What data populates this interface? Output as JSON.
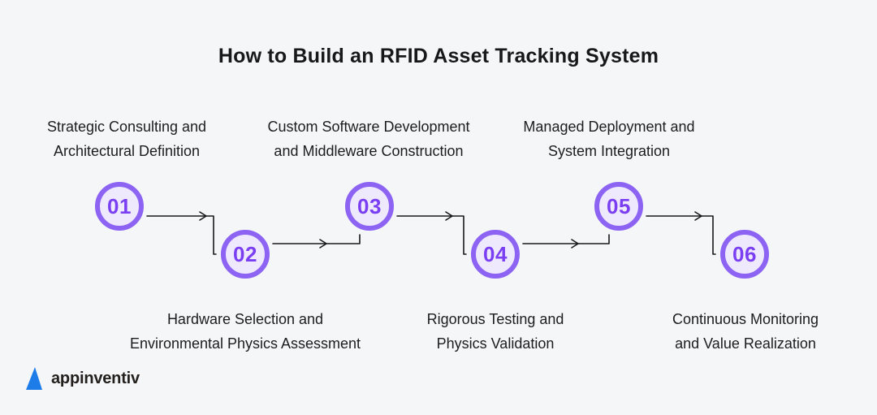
{
  "title": "How to Build an RFID Asset Tracking System",
  "steps": [
    {
      "number": "01",
      "label_lines": [
        "Strategic Consulting and",
        "Architectural Definition"
      ],
      "label_position": "top"
    },
    {
      "number": "02",
      "label_lines": [
        "Hardware Selection and",
        "Environmental Physics Assessment"
      ],
      "label_position": "bottom"
    },
    {
      "number": "03",
      "label_lines": [
        "Custom Software Development",
        "and Middleware Construction"
      ],
      "label_position": "top"
    },
    {
      "number": "04",
      "label_lines": [
        "Rigorous Testing and",
        "Physics Validation"
      ],
      "label_position": "bottom"
    },
    {
      "number": "05",
      "label_lines": [
        "Managed Deployment and",
        "System Integration"
      ],
      "label_position": "top"
    },
    {
      "number": "06",
      "label_lines": [
        "Continuous Monitoring",
        "and Value Realization"
      ],
      "label_position": "bottom"
    }
  ],
  "logo": {
    "text": "appinventiv"
  },
  "colors": {
    "background": "#f5f6f8",
    "title_color": "#17181a",
    "label_color": "#1c1d1f",
    "circle_border": "#8c63f3",
    "circle_fill": "#efe9fd",
    "number_color": "#7a3ff2",
    "arrow_color": "#17181a",
    "logo_blue": "#1d7ce8"
  }
}
